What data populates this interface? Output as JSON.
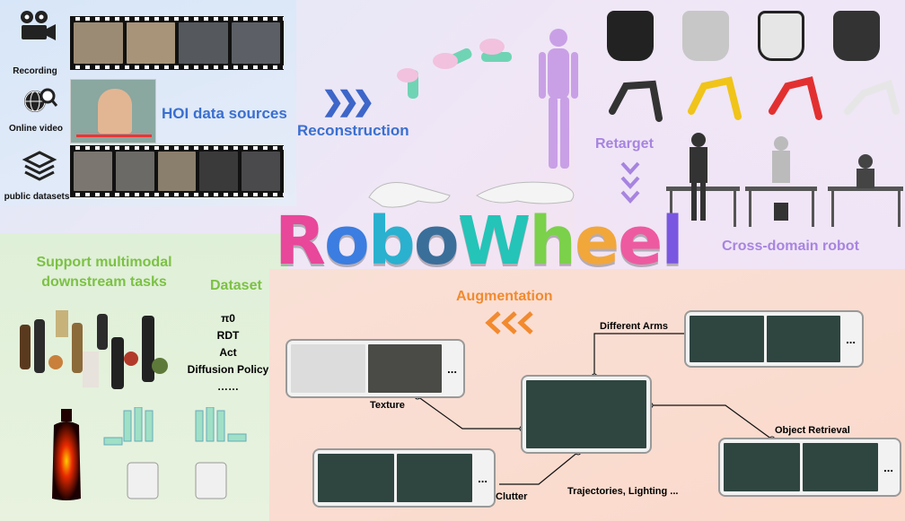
{
  "sources": {
    "recording": "Recording",
    "online_video": "Online video",
    "public_datasets": "public datasets",
    "title": "HOI data sources"
  },
  "reconstruction": "Reconstruction",
  "retarget": "Retarget",
  "cross_domain": "Cross-domain robot",
  "logo": {
    "letters": [
      "R",
      "o",
      "b",
      "o",
      "W",
      "h",
      "e",
      "e",
      "l"
    ],
    "colors": [
      "#e8479a",
      "#3b7de0",
      "#29b1cf",
      "#3a6f9a",
      "#24c4b8",
      "#7bd14a",
      "#f2a73b",
      "#ee5aa0",
      "#7a57e0"
    ]
  },
  "augmentation": "Augmentation",
  "support": {
    "title_line1": "Support multimodal",
    "title_line2": "downstream tasks",
    "dataset": "Dataset",
    "policies": [
      "π0",
      "RDT",
      "Act",
      "Diffusion Policy",
      "……"
    ]
  },
  "aug_items": {
    "different_arms": "Different Arms",
    "texture": "Texture",
    "object_retrieval": "Object Retrieval",
    "clutter": "Clutter",
    "trajectories": "Trajectories, Lighting ..."
  },
  "ellipsis": "...",
  "colors": {
    "blue_title": "#3a6fd0",
    "purple": "#a784e0",
    "green": "#7cc144",
    "orange": "#f28a2e"
  }
}
